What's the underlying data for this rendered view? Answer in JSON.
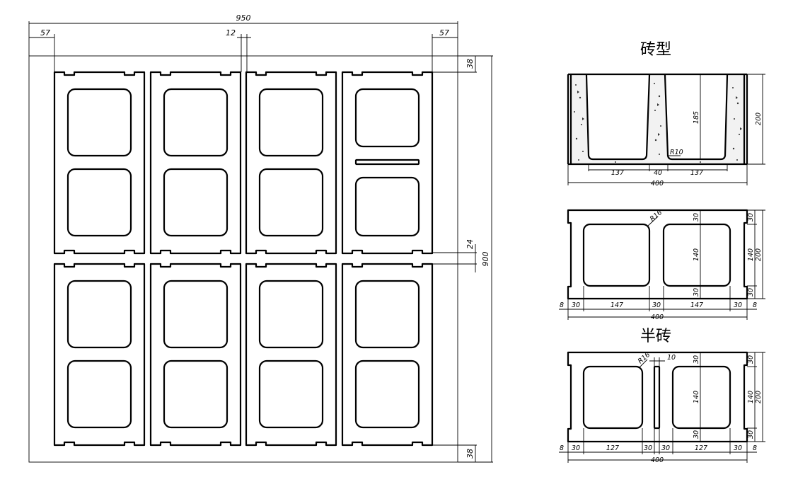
{
  "titles": {
    "brick_mold": "砖型",
    "half_brick": "半砖"
  },
  "plan_dims": {
    "overall_width": "950",
    "overall_height": "900",
    "left_margin": "57",
    "right_margin": "57",
    "gap": "12",
    "top_margin": "38",
    "bottom_margin": "38",
    "row_gap": "24"
  },
  "section_dims": {
    "cell_left": "137",
    "web": "40",
    "cell_right": "137",
    "total_width": "400",
    "depth": "185",
    "height": "200",
    "radius": "R10"
  },
  "full_brick_dims": {
    "radius": "R16",
    "end": "8",
    "shell_left": "30",
    "cell_left": "147",
    "web": "30",
    "cell_right": "147",
    "shell_right": "30",
    "end_right": "8",
    "total_width": "400",
    "top_shell": "30",
    "cell_height": "140",
    "bottom_shell": "30",
    "right_cell_height": "140",
    "height": "200"
  },
  "half_brick_dims": {
    "radius": "R16",
    "slot": "10",
    "end": "8",
    "shell_left": "30",
    "cell_left": "127",
    "web_a": "30",
    "web_b": "30",
    "cell_right": "127",
    "shell_right": "30",
    "end_right": "8",
    "total_width": "400",
    "top_shell": "30",
    "cell_height": "140",
    "bottom_shell": "30",
    "right_cell_height": "140",
    "height": "200"
  }
}
